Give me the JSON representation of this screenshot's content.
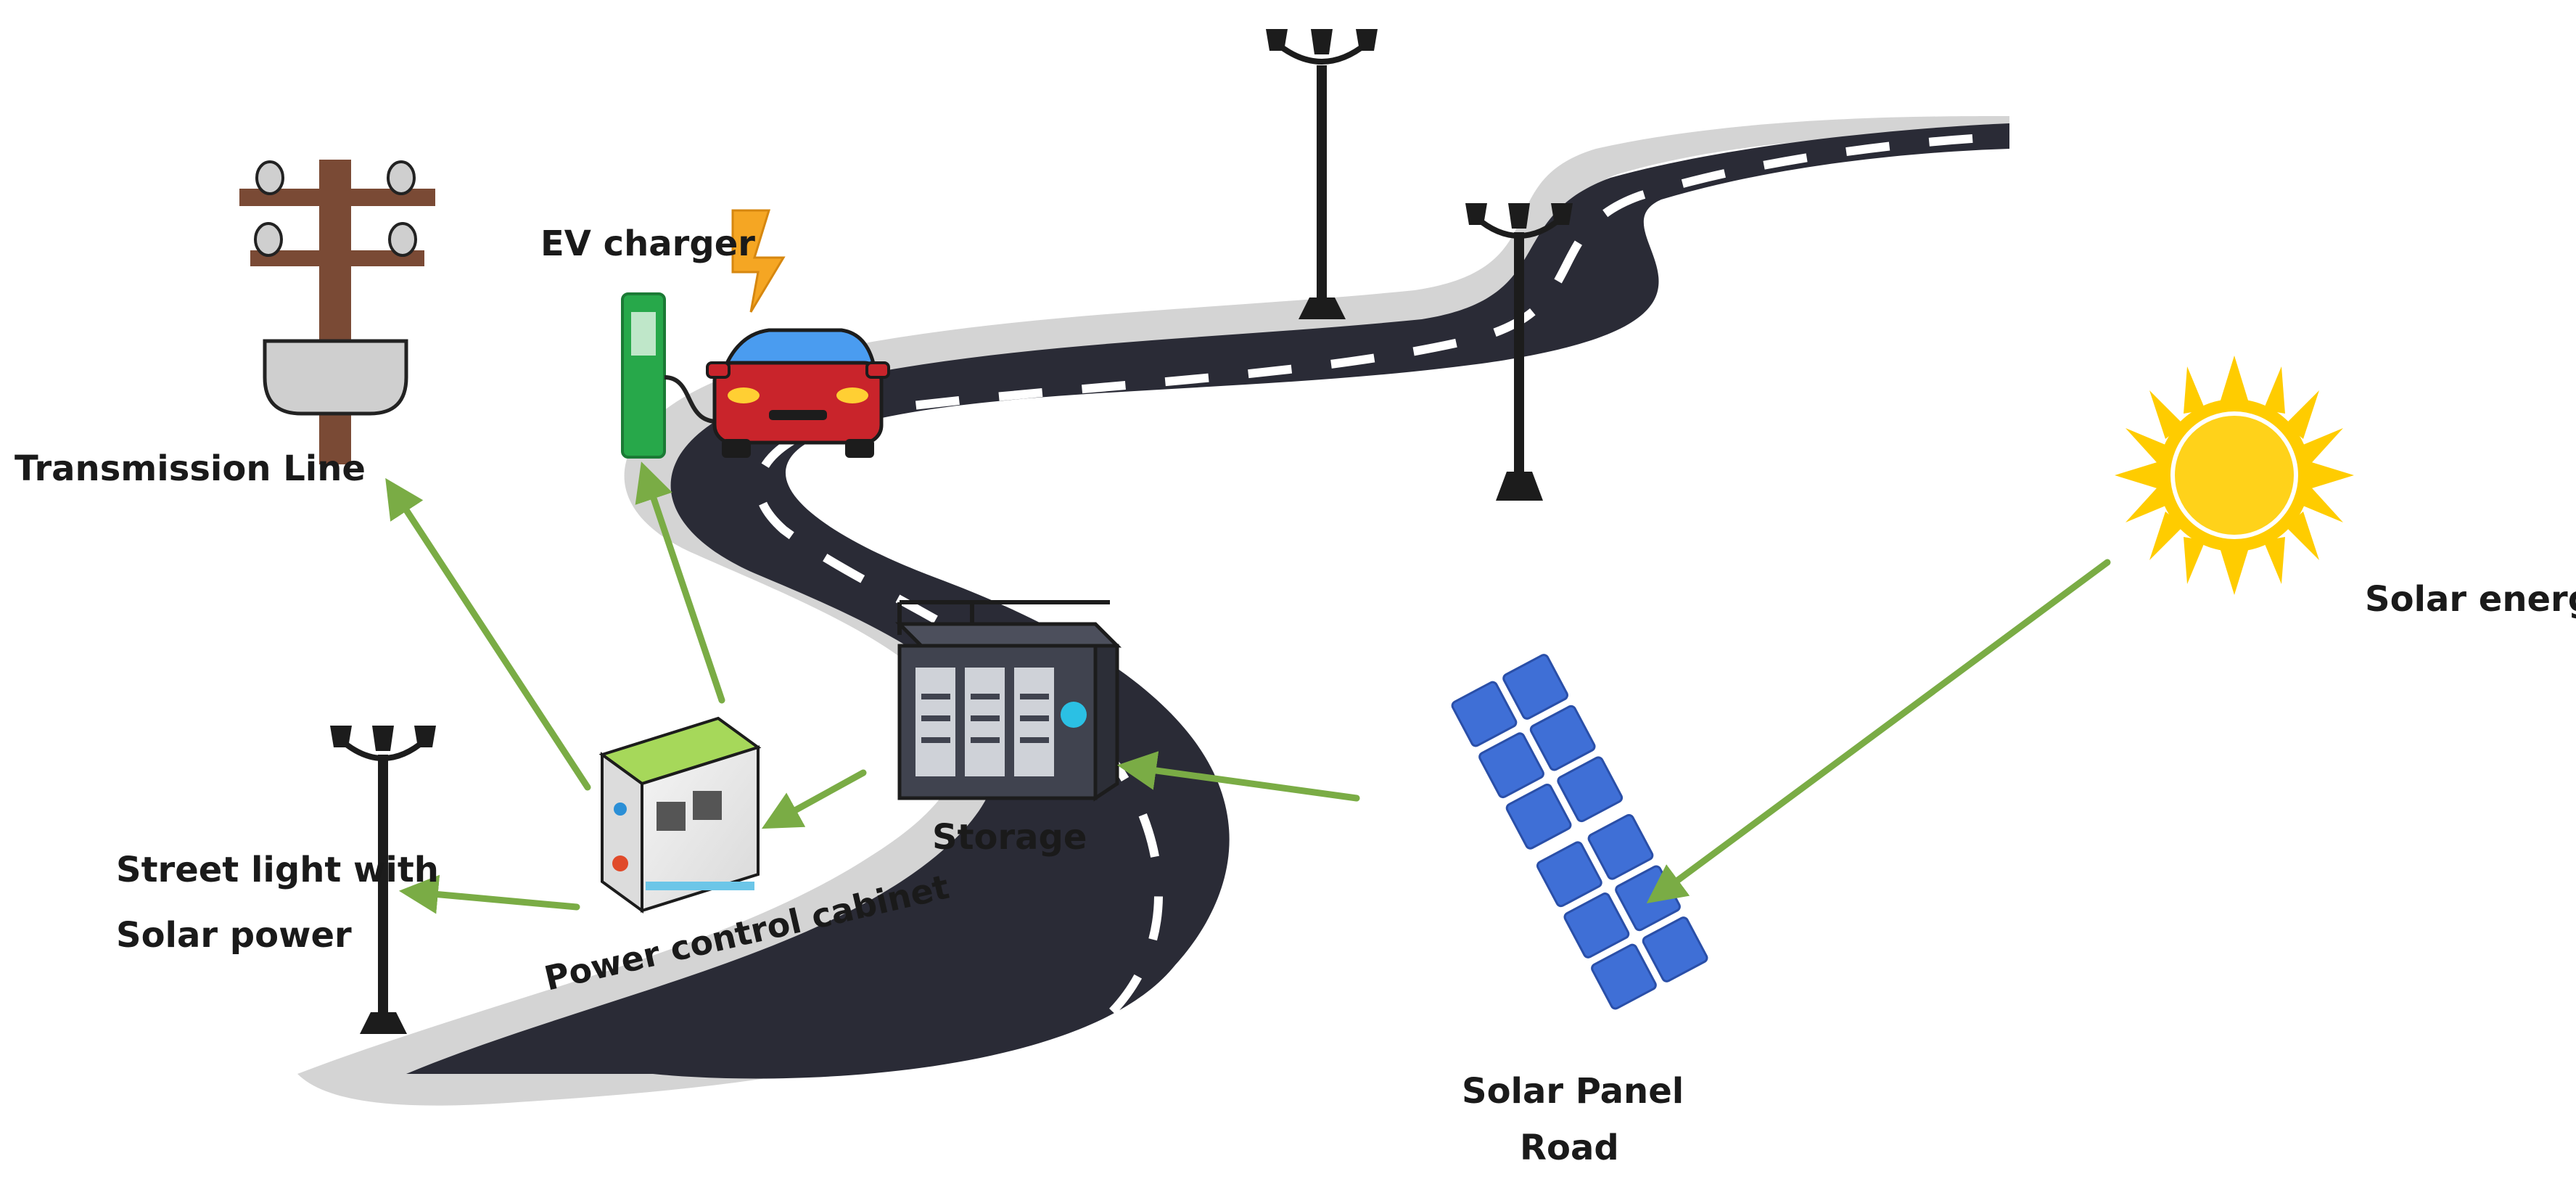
{
  "labels": {
    "transmission_line": "Transmission Line",
    "ev_charger": "EV charger",
    "solar_energy": "Solar energy",
    "storage": "Storage",
    "street_light_line1": "Street light with",
    "street_light_line2": "Solar power",
    "power_control_cabinet": "Power control cabinet",
    "solar_panel_road_line1": "Solar Panel",
    "solar_panel_road_line2": "Road"
  },
  "colors": {
    "road": "#2a2b36",
    "road_edge": "#c9c9c9",
    "lane_marking": "#ffffff",
    "arrow": "#7aac45",
    "sun": "#ffcc00",
    "solar_panel": "#3f6fd6",
    "ev_charger": "#27a84a",
    "car": "#c9242b",
    "pole": "#7a4a35",
    "lamp": "#1c1c1c"
  },
  "icons": [
    "transmission-pole-icon",
    "ev-charger-icon",
    "lightning-bolt-icon",
    "car-icon",
    "street-lamp-icon",
    "sun-icon",
    "battery-storage-icon",
    "power-cabinet-icon",
    "solar-panel-icon"
  ]
}
